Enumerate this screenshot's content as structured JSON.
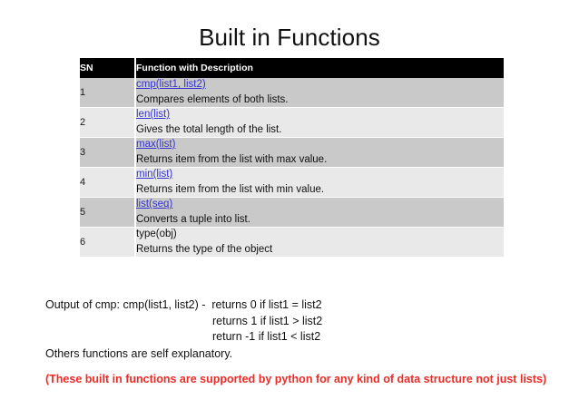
{
  "slide": {
    "title": "Built in Functions"
  },
  "table": {
    "headers": {
      "sn": "SN",
      "description": "Function with Description"
    },
    "rows": [
      {
        "sn": "1",
        "function": "cmp(list1, list2)",
        "is_link": true,
        "description": "Compares elements of both lists."
      },
      {
        "sn": "2",
        "function": "len(list)",
        "is_link": true,
        "description": "Gives the total length of the list."
      },
      {
        "sn": "3",
        "function": "max(list)",
        "is_link": true,
        "description": "Returns item from the list with max value."
      },
      {
        "sn": "4",
        "function": "min(list)",
        "is_link": true,
        "description": "Returns item from the list with min value."
      },
      {
        "sn": "5",
        "function": "list(seq)",
        "is_link": true,
        "description": "Converts a tuple into list."
      },
      {
        "sn": "6",
        "function": "type(obj)",
        "is_link": false,
        "description": "Returns the type of the object"
      }
    ]
  },
  "notes": {
    "cmp_output_line1": "Output of cmp: cmp(list1, list2) -  returns 0 if list1 = list2",
    "cmp_output_line2": "returns 1 if list1 > list2",
    "cmp_output_line3": "return -1 if list1 < list2",
    "others_line": "Others functions are self explanatory.",
    "red_note": "(These built in functions are supported by python for any kind of data structure not just lists)"
  },
  "colors": {
    "link": "#3333cc",
    "red_note": "#ef2b26",
    "header_bg": "#000000",
    "row_odd_bg": "#c9c9c9",
    "row_even_bg": "#e9e9e9"
  }
}
